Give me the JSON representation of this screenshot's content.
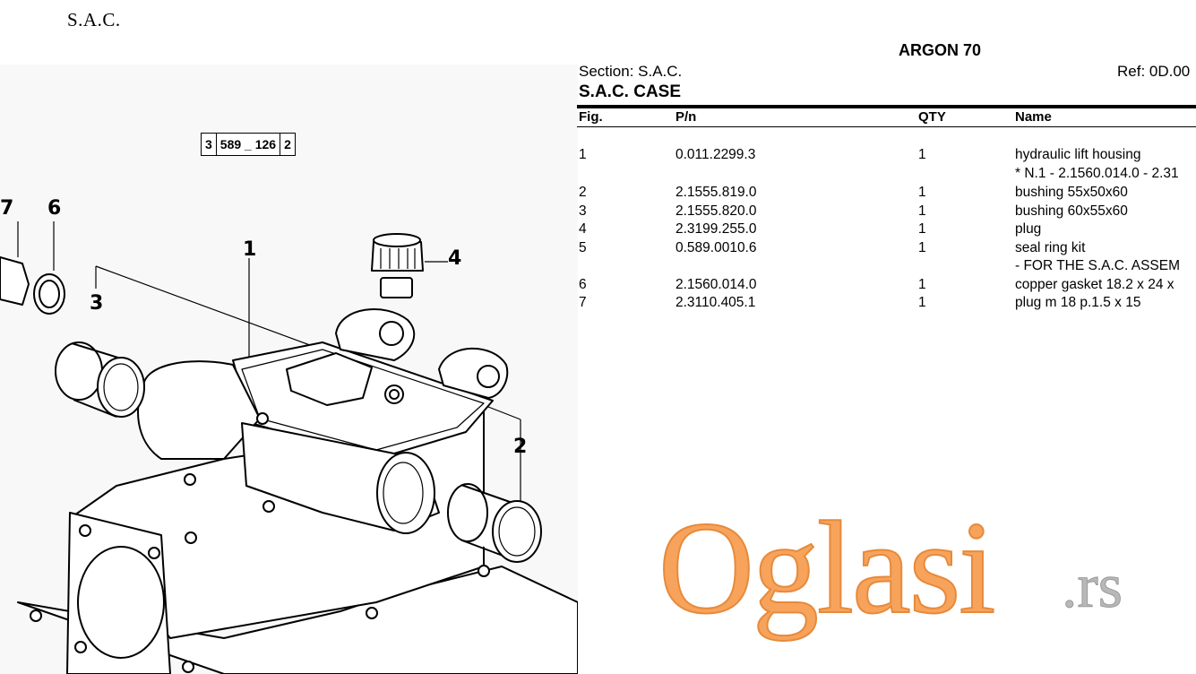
{
  "page": {
    "header": "S.A.C."
  },
  "drawing": {
    "code_box": [
      "3",
      "589 _ 126",
      "2"
    ],
    "callouts": [
      "7",
      "6",
      "3",
      "1",
      "4",
      "2"
    ]
  },
  "parts_sheet": {
    "model": "ARGON 70",
    "section": "Section: S.A.C.",
    "ref": "Ref: 0D.00",
    "title": "S.A.C. CASE",
    "columns": {
      "fig": "Fig.",
      "pn": "P/n",
      "qty": "QTY",
      "name": "Name"
    },
    "rows": [
      {
        "fig": "1",
        "pn": "0.011.2299.3",
        "qty": "1",
        "name": "hydraulic lift housing",
        "note": "* N.1 - 2.1560.014.0 - 2.31"
      },
      {
        "fig": "2",
        "pn": "2.1555.819.0",
        "qty": "1",
        "name": "bushing 55x50x60"
      },
      {
        "fig": "3",
        "pn": "2.1555.820.0",
        "qty": "1",
        "name": "bushing 60x55x60"
      },
      {
        "fig": "4",
        "pn": "2.3199.255.0",
        "qty": "1",
        "name": "plug"
      },
      {
        "fig": "5",
        "pn": "0.589.0010.6",
        "qty": "1",
        "name": "seal ring kit",
        "note": "- FOR THE S.A.C. ASSEM"
      },
      {
        "fig": "6",
        "pn": "2.1560.014.0",
        "qty": "1",
        "name": "copper gasket 18.2 x 24 x"
      },
      {
        "fig": "7",
        "pn": "2.3110.405.1",
        "qty": "1",
        "name": "plug m 18 p.1.5 x 15"
      }
    ]
  },
  "watermark": {
    "main": "Oglasi",
    "suffix": ".rs",
    "colors": {
      "main": "#f7a35c",
      "suffix": "#b8b8b8"
    }
  }
}
